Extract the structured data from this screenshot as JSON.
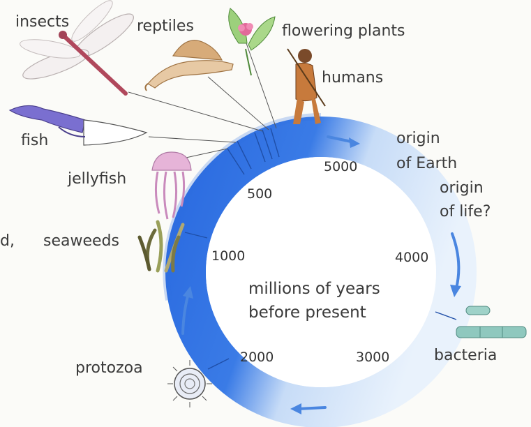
{
  "organisms": {
    "insects": "insects",
    "reptiles": "reptiles",
    "flowering_plants": "flowering plants",
    "humans": "humans",
    "fish": "fish",
    "jellyfish": "jellyfish",
    "seaweeds": "seaweeds",
    "protozoa": "protozoa",
    "bacteria": "bacteria"
  },
  "events": {
    "origin_earth_line1": "origin",
    "origin_earth_line2": "of Earth",
    "origin_life_line1": "origin",
    "origin_life_line2": "of life?"
  },
  "scale": {
    "t5000": "5000",
    "t4000": "4000",
    "t3000": "3000",
    "t2000": "2000",
    "t1000": "1000",
    "t500": "500"
  },
  "center": {
    "line1": "millions of years",
    "line2": "before present"
  },
  "margin_fragment": "d,",
  "colors": {
    "ring_dark": "#2f6fde",
    "ring_light": "#dcebfb",
    "arrow": "#4a86e0"
  }
}
